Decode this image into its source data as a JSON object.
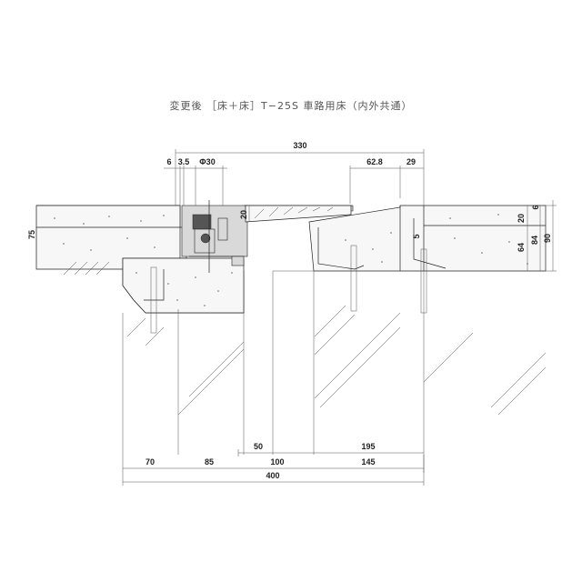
{
  "title": "変更後 ［床＋床］T−25S 車路用床（内外共通）",
  "dimensions": {
    "top_overall": "330",
    "top_left_a": "6",
    "top_left_b": "3.5",
    "top_dia": "Φ30",
    "top_right_a": "62.8",
    "top_right_b": "29",
    "left_height": "75",
    "mid_height": "20",
    "right_a": "20",
    "right_b": "6",
    "right_c": "64",
    "right_d": "84",
    "right_e": "90",
    "small_5": "5",
    "bottom_50": "50",
    "bottom_195": "195",
    "bottom_70": "70",
    "bottom_85": "85",
    "bottom_100": "100",
    "bottom_145": "145",
    "bottom_total": "400"
  }
}
